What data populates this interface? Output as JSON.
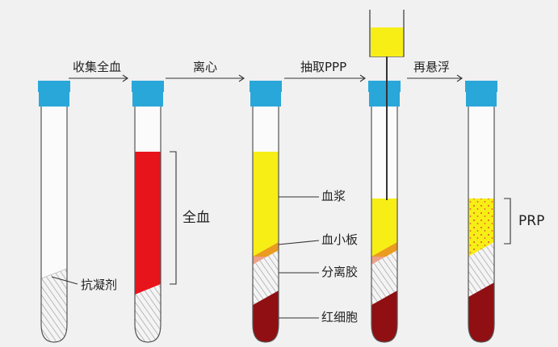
{
  "steps": [
    {
      "id": "collect",
      "label": "收集全血"
    },
    {
      "id": "centrifuge",
      "label": "离心"
    },
    {
      "id": "extract",
      "label": "抽取PPP"
    },
    {
      "id": "resuspend",
      "label": "再悬浮"
    }
  ],
  "annotations": {
    "anticoagulant": "抗凝剂",
    "whole_blood": "全血",
    "plasma": "血浆",
    "platelets": "血小板",
    "separation_gel": "分离胶",
    "red_cells": "红细胞",
    "prp": "PRP"
  },
  "colors": {
    "background": "#f1f1f1",
    "cap": "#2aa7d9",
    "whole_blood": "#e8141c",
    "plasma": "#f7ee16",
    "platelet_dots": "#e0582a",
    "red_cells": "#8f0f12",
    "gel_hatch": "#9a9a9a",
    "tube_outline": "#555555"
  }
}
